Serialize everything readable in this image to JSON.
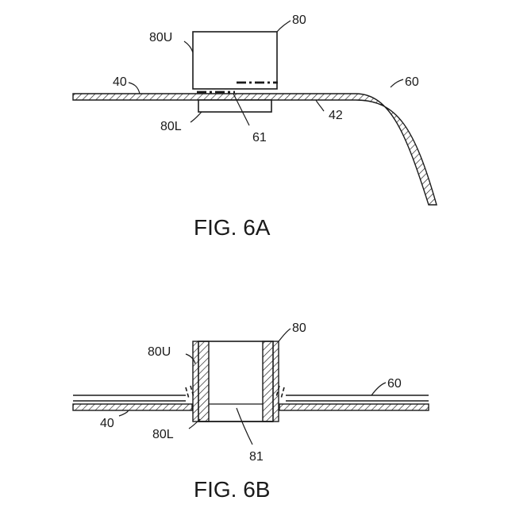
{
  "figure_a": {
    "caption": "FIG. 6A",
    "labels": {
      "l80": "80",
      "l80u": "80U",
      "l40": "40",
      "l60": "60",
      "l80l": "80L",
      "l61": "61",
      "l42": "42"
    }
  },
  "figure_b": {
    "caption": "FIG. 6B",
    "labels": {
      "l80": "80",
      "l80u": "80U",
      "l60": "60",
      "l40": "40",
      "l80l": "80L",
      "l81": "81"
    }
  }
}
